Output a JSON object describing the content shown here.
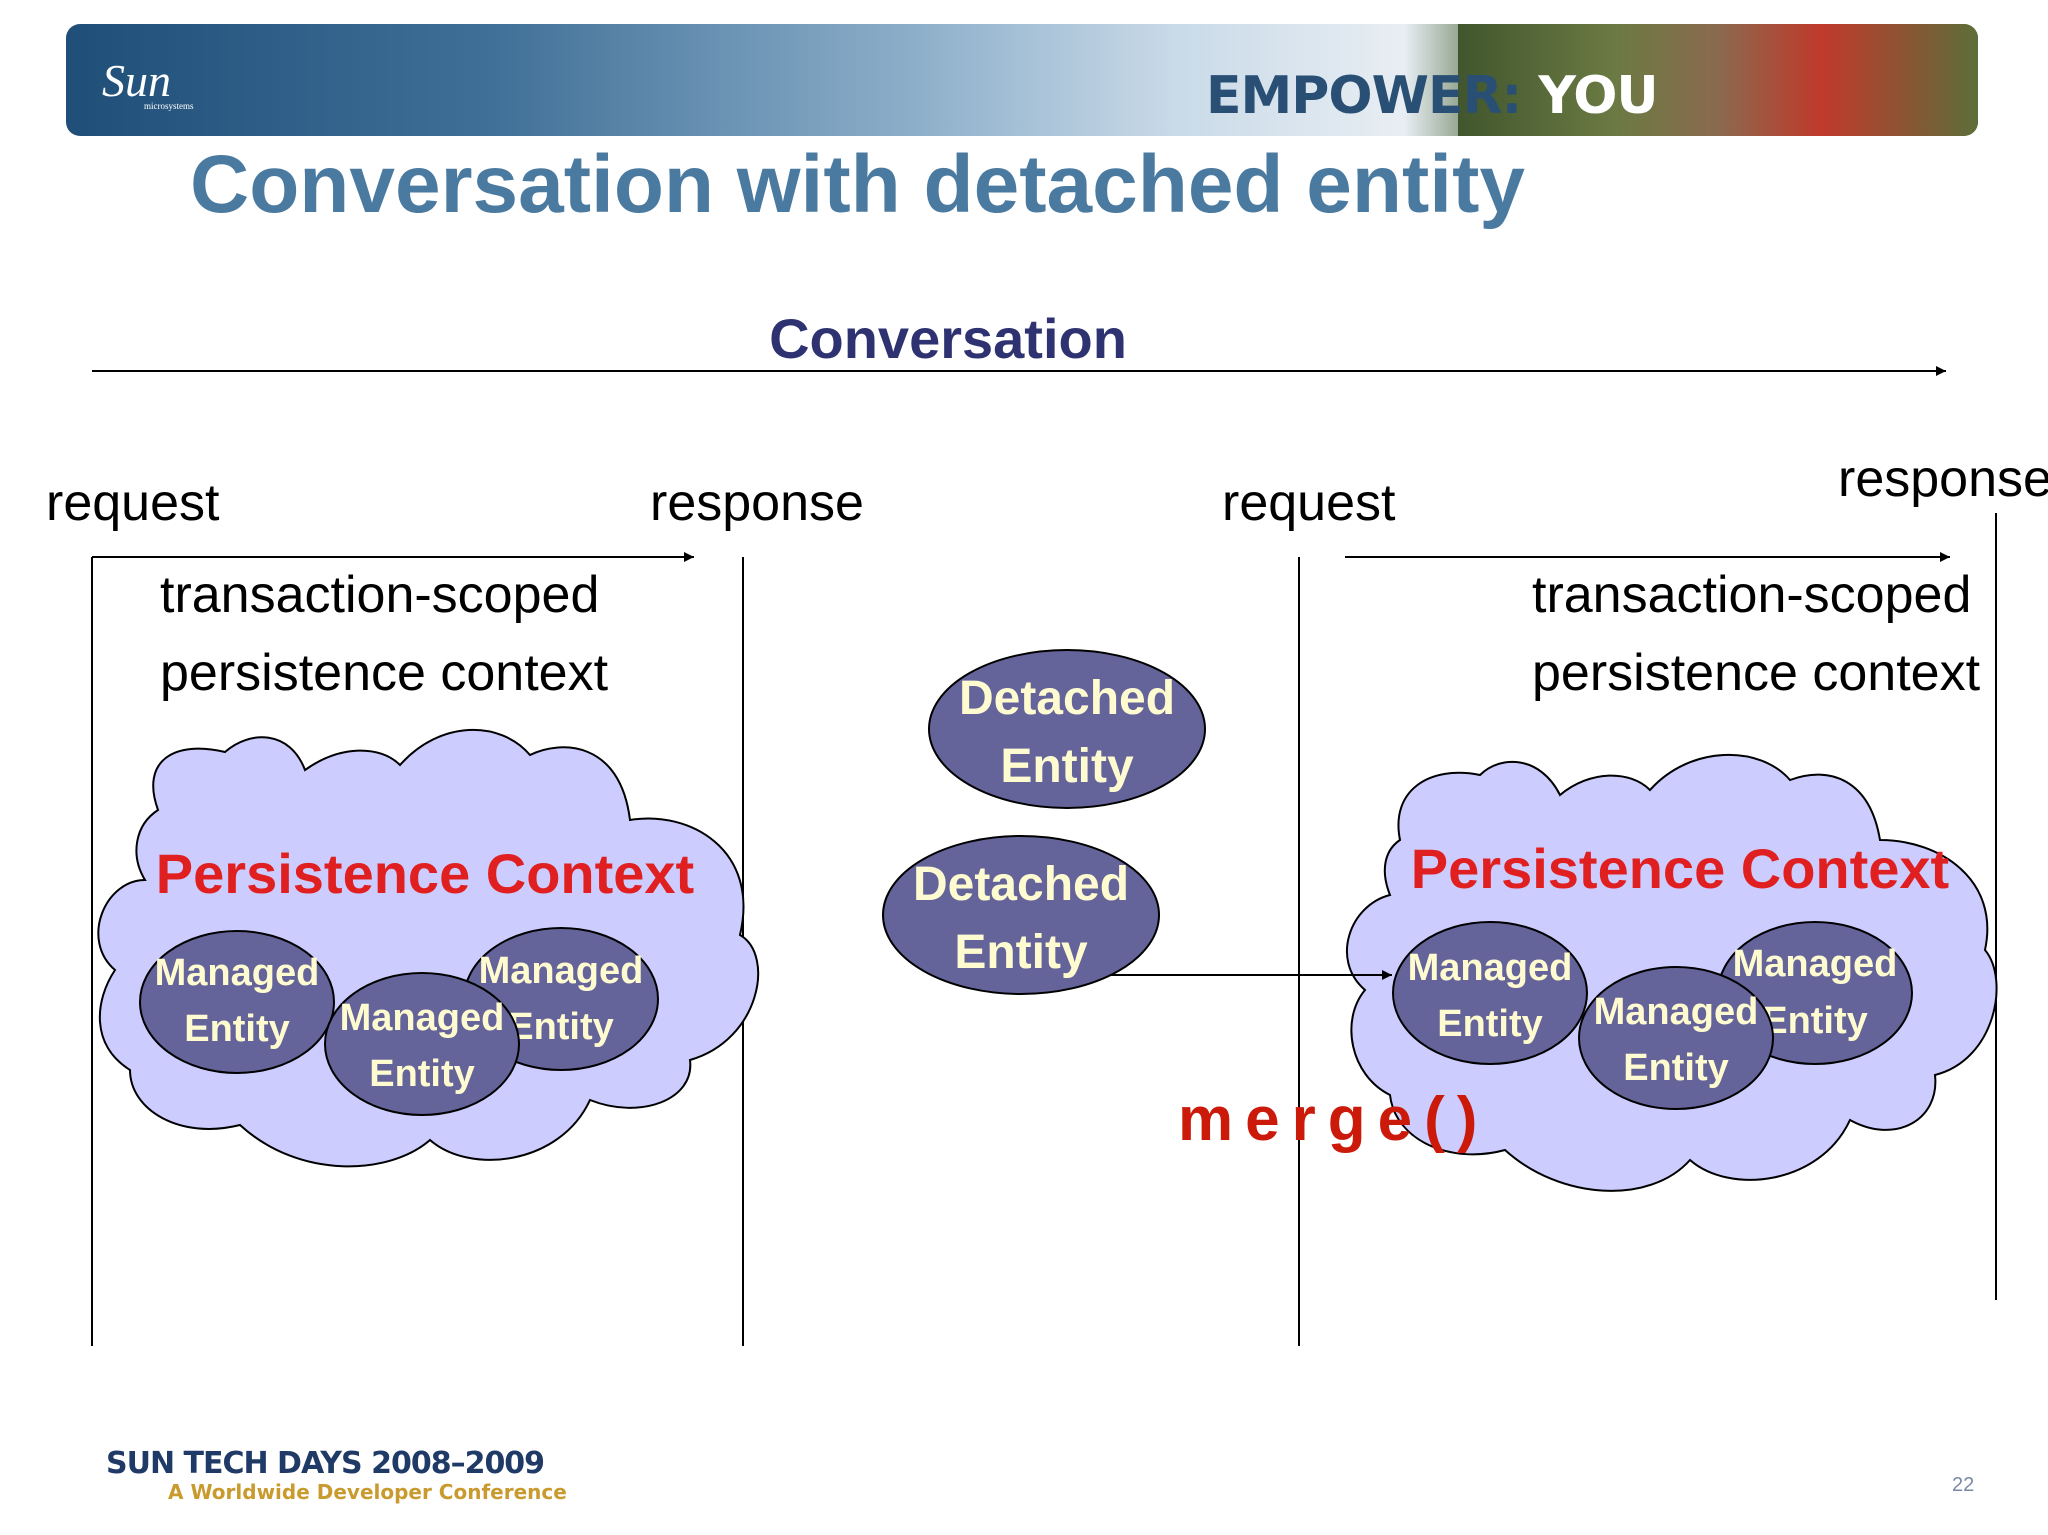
{
  "header": {
    "logo": "Sun",
    "logo_sub": "microsystems",
    "tagline_a": "EMPOWER:",
    "tagline_b": "YOU"
  },
  "title": "Conversation with detached entity",
  "diagram": {
    "conversation": "Conversation",
    "left": {
      "request": "request",
      "response": "response",
      "tx_line1": "transaction-scoped",
      "tx_line2": "persistence context",
      "cloud": "Persistence Context",
      "entity_word1": "Managed",
      "entity_word2": "Entity"
    },
    "middle": {
      "detached_word1": "Detached",
      "detached_word2": "Entity"
    },
    "right": {
      "request": "request",
      "response": "response",
      "tx_line1": "transaction-scoped",
      "tx_line2": "persistence context",
      "cloud": "Persistence Context",
      "entity_word1": "Managed",
      "entity_word2": "Entity"
    },
    "merge": "merge()"
  },
  "footer": {
    "brand": "SUN TECH DAYS 2008–2009",
    "sub": "A Worldwide Developer Conference",
    "page": "22"
  },
  "colors": {
    "title": "#4b7aa0",
    "conversation": "#2f3270",
    "cloud_fill": "#ccccff",
    "cloud_label": "#e02020",
    "ellipse_fill": "#64649a",
    "ellipse_text": "#fffbd0",
    "merge": "#cc1a0a"
  }
}
